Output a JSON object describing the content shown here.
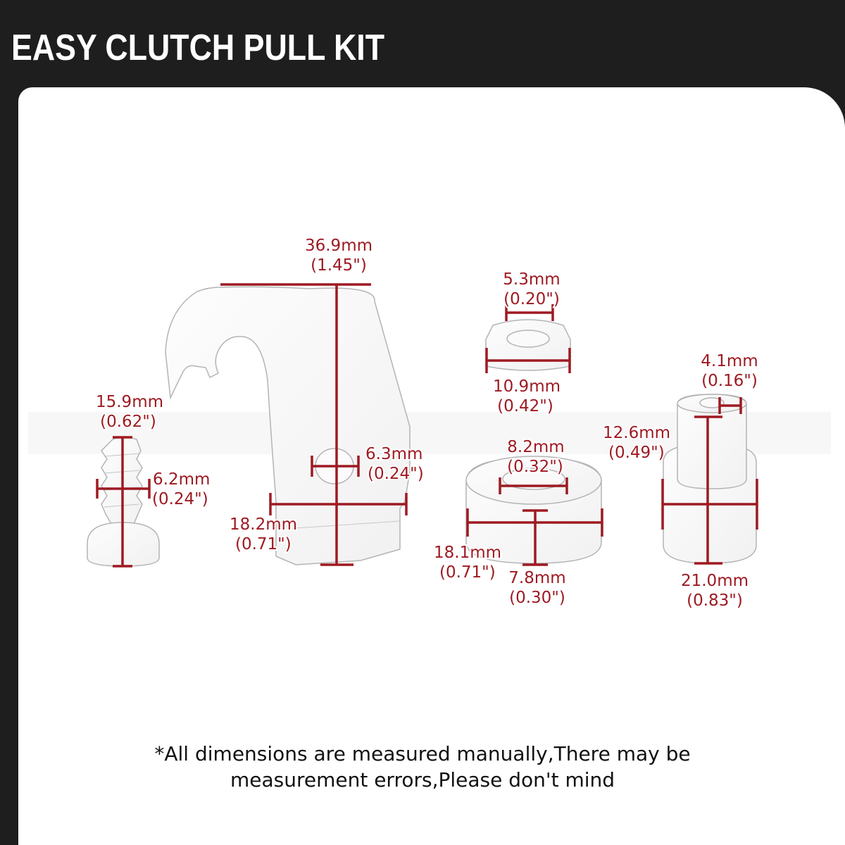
{
  "title": "EASY CLUTCH PULL KIT",
  "colors": {
    "header": "#1e1e1e",
    "dimension": "#9e1a22",
    "part_outline": "#b4b4b4"
  },
  "note": {
    "line1": "*All dimensions are measured manually,There may be",
    "line2": "measurement errors,Please don't mind"
  },
  "parts": {
    "bolt": {
      "length": {
        "mm": "15.9mm",
        "in": "(0.62\")"
      },
      "diameter": {
        "mm": "6.2mm",
        "in": "(0.24\")"
      }
    },
    "hook": {
      "height": {
        "mm": "36.9mm",
        "in": "(1.45\")"
      },
      "hole": {
        "mm": "6.3mm",
        "in": "(0.24\")"
      },
      "width": {
        "mm": "18.2mm",
        "in": "(0.71\")"
      }
    },
    "small_nut": {
      "inner": {
        "mm": "5.3mm",
        "in": "(0.20\")"
      },
      "outer": {
        "mm": "10.9mm",
        "in": "(0.42\")"
      }
    },
    "washer": {
      "inner": {
        "mm": "8.2mm",
        "in": "(0.32\")"
      },
      "outer": {
        "mm": "18.1mm",
        "in": "(0.71\")"
      },
      "height": {
        "mm": "7.8mm",
        "in": "(0.30\")"
      }
    },
    "spacer": {
      "hole": {
        "mm": "4.1mm",
        "in": "(0.16\")"
      },
      "height": {
        "mm": "12.6mm",
        "in": "(0.49\")"
      },
      "diameter": {
        "mm": "21.0mm",
        "in": "(0.83\")"
      }
    }
  }
}
